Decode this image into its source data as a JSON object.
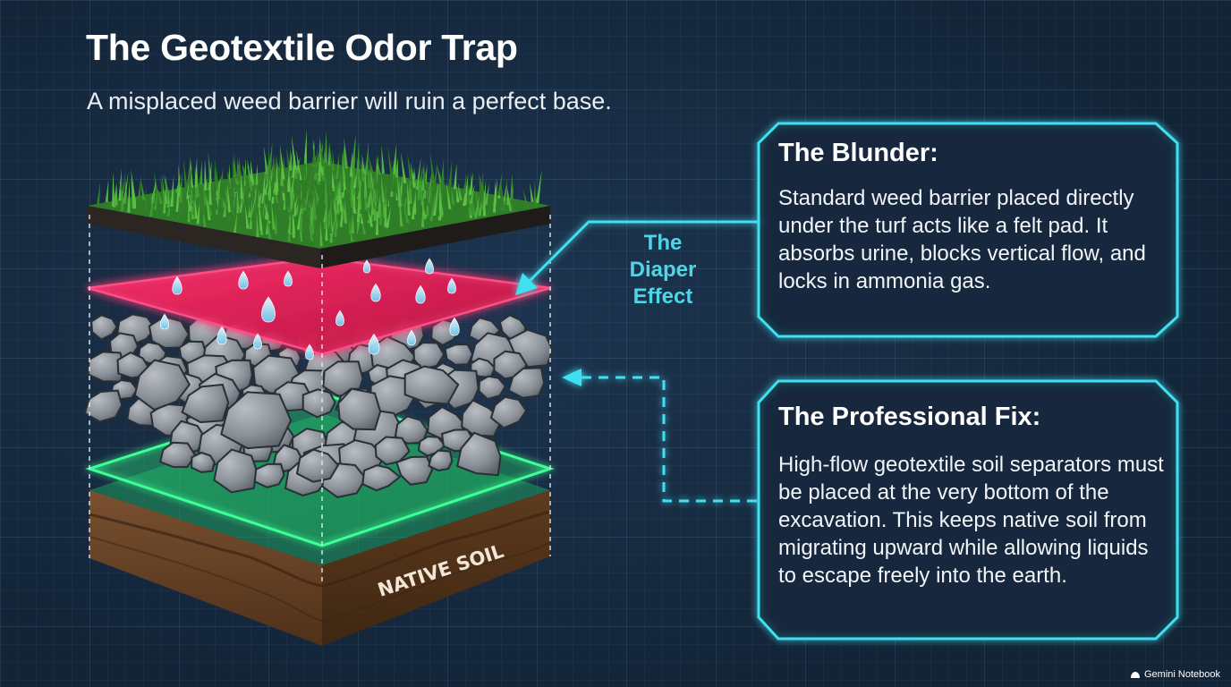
{
  "title": "The Geotextile Odor Trap",
  "subtitle": "A misplaced weed barrier will ruin a perfect base.",
  "diagram": {
    "soil_label": "NATIVE SOIL",
    "effect_label_lines": [
      "The",
      "Diaper",
      "Effect"
    ]
  },
  "callouts": {
    "blunder": {
      "title": "The Blunder:",
      "body": "Standard weed barrier placed directly under the turf acts like a felt pad. It absorbs urine, blocks vertical flow, and locks in ammonia gas."
    },
    "fix": {
      "title": "The Professional Fix:",
      "body": "High-flow geotextile soil separators must be placed at the very bottom of the excavation. This keeps native soil from migrating upward while allowing liquids to escape freely into the earth."
    }
  },
  "watermark": "Gemini Notebook",
  "colors": {
    "background": "#16293d",
    "accent_cyan": "#3fe0f0",
    "weed_barrier_red": "#e8245a",
    "geotextile_green": "#2ee884",
    "turf_green": "#3f9c33",
    "soil_brown": "#6b4424"
  }
}
